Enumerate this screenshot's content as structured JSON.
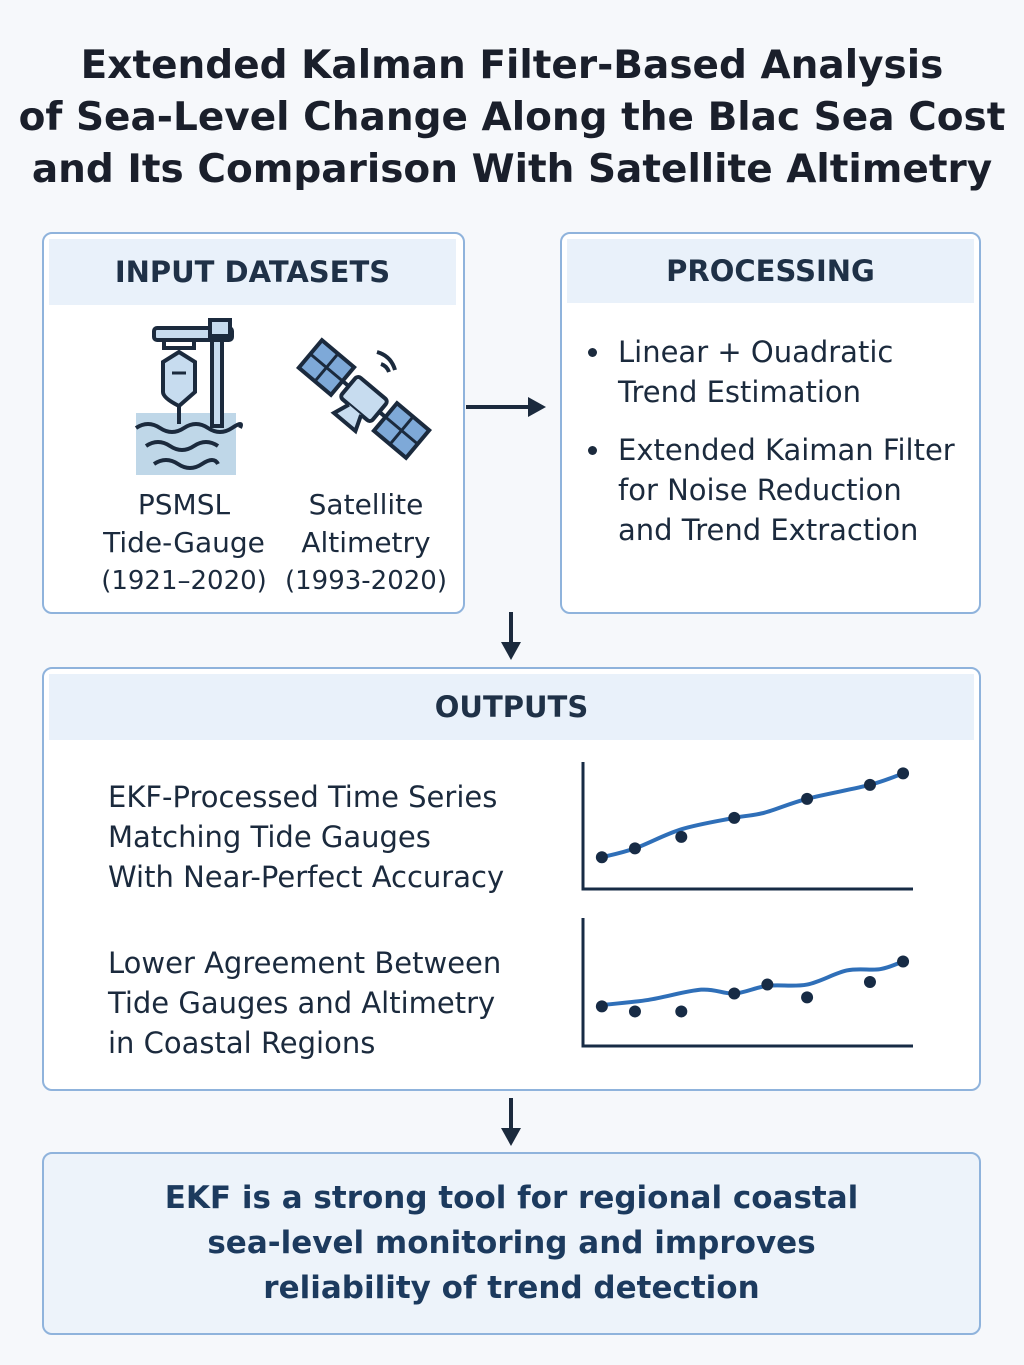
{
  "title": {
    "lines": [
      "Extended Kalman Filter-Based Analysis",
      "of Sea-Level Change Along the Blac Sea Cost",
      "and Its Comparison With Satellite Altimetry"
    ]
  },
  "input": {
    "heading": "INPUT DATASETS",
    "items": [
      {
        "icon": "tide-gauge-icon",
        "name_lines": [
          "PSMSL",
          "Tide-Gauge"
        ],
        "period": "(1921–2020)"
      },
      {
        "icon": "satellite-icon",
        "name_lines": [
          "Satellite",
          "Altimetry"
        ],
        "period": "(1993-2020)"
      }
    ]
  },
  "processing": {
    "heading": "PROCESSING",
    "bullets": [
      {
        "lines": [
          "Linear + Ouadratic",
          "Trend Estimation"
        ]
      },
      {
        "lines": [
          "Extended Kaiman Filter",
          "for Noise Reduction",
          "and Trend Extraction"
        ]
      }
    ]
  },
  "outputs": {
    "heading": "OUTPUTS",
    "items": [
      {
        "lines": [
          "EKF-Processed Time Series",
          "Matching Tide Gauges",
          "With Near-Perfect Accuracy"
        ]
      },
      {
        "lines": [
          "Lower Agreement Between",
          "Tide Gauges and Altimetry",
          "in Coastal Regions"
        ]
      }
    ]
  },
  "conclusion": {
    "lines": [
      "EKF is a strong tool for regional coastal",
      "sea-level monitoring and improves",
      "reliability of trend detection"
    ]
  },
  "colors": {
    "border": "#8fb3dc",
    "band": "#e9f1fa",
    "line": "#2f6fb8",
    "point": "#172b45",
    "conclusion_text": "#1c3a5e"
  },
  "chart_data": [
    {
      "type": "line",
      "title": "",
      "xlabel": "",
      "ylabel": "",
      "xlim": [
        0,
        100
      ],
      "ylim": [
        0,
        100
      ],
      "points": {
        "x": [
          6,
          16,
          30,
          46,
          68,
          87,
          97
        ],
        "y": [
          25,
          32,
          41,
          56,
          71,
          82,
          91
        ]
      },
      "curve": {
        "x": [
          6,
          16,
          30,
          46,
          55,
          68,
          87,
          97
        ],
        "y": [
          25,
          32,
          47,
          56,
          60,
          71,
          82,
          91
        ]
      }
    },
    {
      "type": "line",
      "title": "",
      "xlabel": "",
      "ylabel": "",
      "xlim": [
        0,
        100
      ],
      "ylim": [
        0,
        100
      ],
      "points": {
        "x": [
          6,
          16,
          30,
          46,
          56,
          68,
          87,
          97
        ],
        "y": [
          31,
          27,
          27,
          41,
          48,
          38,
          50,
          66
        ]
      },
      "curve": {
        "x": [
          6,
          20,
          36,
          46,
          56,
          68,
          80,
          90,
          97
        ],
        "y": [
          32,
          36,
          44,
          41,
          47,
          48,
          59,
          60,
          66
        ]
      }
    }
  ]
}
